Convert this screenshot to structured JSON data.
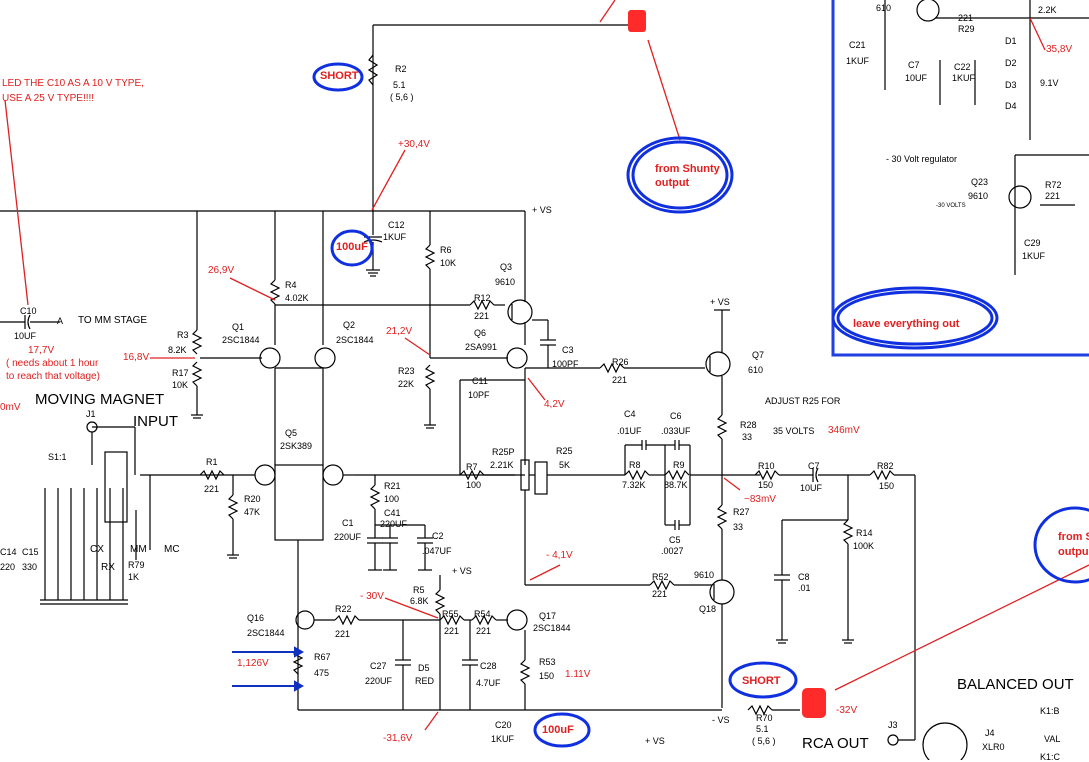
{
  "components": {
    "R2": "R2",
    "R2_val": "5.1",
    "R2_alt": "( 5,6 )",
    "C12": "C12",
    "C12_val": "1KUF",
    "R6": "R6",
    "R6_val": "10K",
    "Q3": "Q3",
    "Q3_val": "9610",
    "R4": "R4",
    "R4_val": "4.02K",
    "R12": "R12",
    "R12_val": "221",
    "R3": "R3",
    "R3_val": "8.2K",
    "R17": "R17",
    "R17_val": "10K",
    "Q1": "Q1",
    "Q1_val": "2SC1844",
    "Q2": "Q2",
    "Q2_val": "2SC1844",
    "Q6": "Q6",
    "Q6_val": "2SA991",
    "C3": "C3",
    "C3_val": "100PF",
    "R26": "R26",
    "R26_val": "221",
    "Q7": "Q7",
    "Q7_val": "610",
    "R23": "R23",
    "R23_val": "22K",
    "C11": "C11",
    "C11_val": "10PF",
    "R28": "R28",
    "R28_val": "33",
    "C4": "C4",
    "C4_val": ".01UF",
    "C6": "C6",
    "C6_val": ".033UF",
    "R8": "R8",
    "R8_val": "7.32K",
    "R9": "R9",
    "R9_val": "88.7K",
    "R10": "R10",
    "R10_val": "150",
    "C7b": "C7",
    "C7b_val": "10UF",
    "R82": "R82",
    "R82_val": "150",
    "R7": "R7",
    "R7_val": "100",
    "R25P": "R25P",
    "R25P_val": "2.21K",
    "R25": "R25",
    "R25_val": "5K",
    "C5": "C5",
    "C5_val": ".0027",
    "R27": "R27",
    "R27_val": "33",
    "Q5": "Q5",
    "Q5_val": "2SK389",
    "R1": "R1",
    "R1_val": "221",
    "R20": "R20",
    "R20_val": "47K",
    "R21": "R21",
    "R21_val": "100",
    "C41": "C41",
    "C41_val": "220UF",
    "C1": "C1",
    "C1_val": "220UF",
    "C2": "C2",
    "C2_val": ".047UF",
    "R14": "R14",
    "R14_val": "100K",
    "C8": "C8",
    "C8_val": ".01",
    "R52": "R52",
    "R52_val": "221",
    "Q18_val": "9610",
    "Q18": "Q18",
    "R5": "R5",
    "R5_val": "6.8K",
    "Q16": "Q16",
    "Q16_val": "2SC1844",
    "R22": "R22",
    "R22_val": "221",
    "R55": "R55",
    "R55_val": "221",
    "R54": "R54",
    "R54_val": "221",
    "Q17": "Q17",
    "Q17_val": "2SC1844",
    "R67": "R67",
    "R67_val": "475",
    "C27": "C27",
    "C27_val": "220UF",
    "D5": "D5",
    "D5_val": "RED",
    "C28": "C28",
    "C28_val": "4.7UF",
    "R53": "R53",
    "R53_val": "150",
    "C20": "C20",
    "C20_val": "1KUF",
    "R70": "R70",
    "R70_val": "5.1",
    "R70_alt": "( 5,6 )",
    "C10": "C10",
    "C10_val": "10UF",
    "J1": "J1",
    "S1": "S1:1",
    "C14": "C14",
    "C14_val": "220",
    "C15": "C15",
    "C15_val": "330",
    "CX": "CX",
    "RX": "RX",
    "R79": "R79",
    "R79_val": "1K",
    "MM": "MM",
    "MC": "MC",
    "J3": "J3",
    "J4": "J4",
    "J4_val": "XLR0",
    "K1B": "K1:B",
    "K1C": "K1:C",
    "VAL": "VAL",
    "C21": "C21",
    "C21_val": "1KUF",
    "C7": "C7",
    "C7_val": "10UF",
    "C22": "C22",
    "C22_val": "1KUF",
    "R29": "R29",
    "R29_val": "221",
    "D1": "D1",
    "D2": "D2",
    "D3": "D3",
    "D4": "D4",
    "Q23": "Q23",
    "Q23_val": "9610",
    "R72": "R72",
    "R72_val": "221",
    "C29": "C29",
    "C29_val": "1KUF",
    "v610": "610",
    "v22k": "2.2K",
    "v91": "9.1V",
    "v30volt": "-30 VOLTS"
  },
  "labels": {
    "plus_vs": "+ VS",
    "plus_vs2": "+ VS",
    "plus_vs3": "+ VS",
    "plus_vs4": "+ VS",
    "minus_vs": "- VS",
    "to_mm_stage": "TO MM STAGE",
    "moving_magnet": "MOVING  MAGNET",
    "input": "INPUT",
    "adjust": "ADJUST R25 FOR",
    "volts35": "35 VOLTS",
    "balanced_out": "BALANCED OUT",
    "rca_out": "RCA OUT",
    "regulator": "- 30 Volt regulator",
    "tick_a": "A"
  },
  "annotations": {
    "short1": "SHORT",
    "short2": "SHORT",
    "c100uf_1": "100uF",
    "c100uf_2": "100uF",
    "from_shunty": "from Shunty",
    "output": "output",
    "leave": "leave everything out",
    "from_s": "from S",
    "outpu": "outpu",
    "c10_note1": "LED THE C10 AS  A 10 V TYPE,",
    "c10_note2": "USE A 25 V TYPE!!!!",
    "v177": "17,7V",
    "note_hour1": "( needs about 1 hour",
    "note_hour2": "to reach that voltage)",
    "v0mv": "0mV",
    "v304": "+30,4V",
    "v269": "26,9V",
    "v168": "16,8V",
    "v212": "21,2V",
    "v42": "4,2V",
    "v346mv": "346mV",
    "v83mv": "~83mV",
    "vm41": "- 4,1V",
    "vm30": "- 30V",
    "v1126": "1,126V",
    "v111": "1.11V",
    "vm316": "-31,6V",
    "vm32": "-32V",
    "v358": "35,8V"
  },
  "colors": {
    "wire": "#000000",
    "annotation_red": "#e02020",
    "marker_red": "#ff2a2a",
    "scribble_blue": "#1030e0",
    "arrow_blue": "#1030c0",
    "border_blue": "#2040e0"
  }
}
